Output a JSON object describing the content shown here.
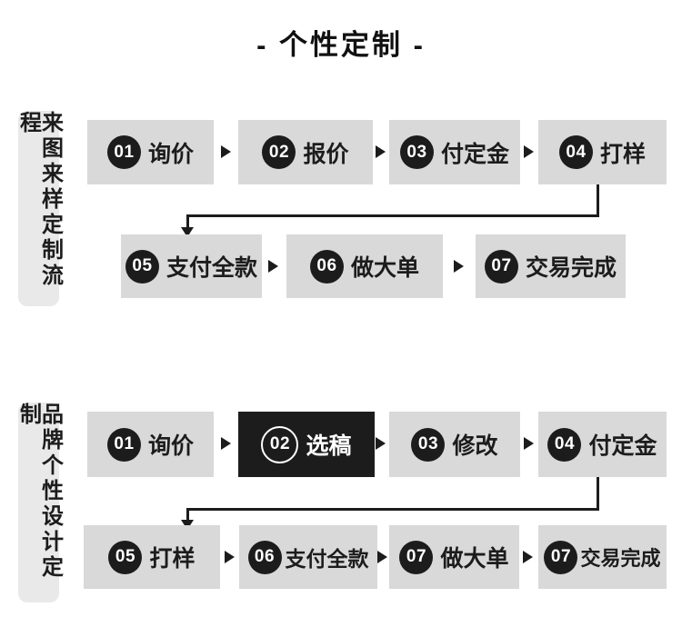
{
  "title": "- 个性定制 -",
  "colors": {
    "box_gray": "#d9d9d9",
    "label_gray": "#e9e9e9",
    "accent_black": "#1c1c1c",
    "text_white": "#ffffff"
  },
  "icons": {
    "arrow_right": "right-pointing-triangle",
    "arrow_down": "down-pointing-triangle"
  },
  "sections": [
    {
      "label": "来图来样定制流程",
      "row1": [
        {
          "num": "01",
          "label": "询价"
        },
        {
          "num": "02",
          "label": "报价"
        },
        {
          "num": "03",
          "label": "付定金"
        },
        {
          "num": "04",
          "label": "打样"
        }
      ],
      "row2": [
        {
          "num": "05",
          "label": "支付全款"
        },
        {
          "num": "06",
          "label": "做大单"
        },
        {
          "num": "07",
          "label": "交易完成"
        }
      ]
    },
    {
      "label": "品牌个性设计定制",
      "row1": [
        {
          "num": "01",
          "label": "询价"
        },
        {
          "num": "02",
          "label": "选稿",
          "highlighted": true
        },
        {
          "num": "03",
          "label": "修改"
        },
        {
          "num": "04",
          "label": "付定金"
        }
      ],
      "row2": [
        {
          "num": "05",
          "label": "打样"
        },
        {
          "num": "06",
          "label": "支付全款"
        },
        {
          "num": "07",
          "label": "做大单"
        },
        {
          "num": "07",
          "label": "交易完成"
        }
      ]
    }
  ]
}
